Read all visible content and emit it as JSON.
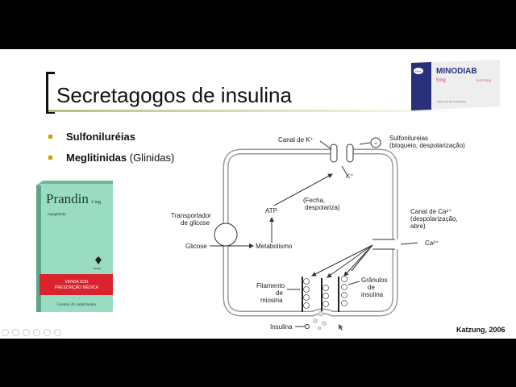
{
  "slide": {
    "title": "Secretagogos de insulina",
    "bullets": [
      {
        "bold": "Sulfoniluréias",
        "rest": ""
      },
      {
        "bold": "Meglitinidas",
        "rest": " (Glinidas)"
      }
    ],
    "credit": "Katzung, 2006"
  },
  "packages": {
    "prandin": {
      "brand": "Prandin",
      "dose": "2 mg",
      "drug": "repaglinida",
      "maker": "Medley",
      "warning_line1": "VENDA SOB",
      "warning_line2": "PRESCRIÇÃO MÉDICA",
      "count": "Contém 30 comprimidos"
    },
    "minodiab": {
      "brand": "MINODIAB",
      "dose": "5mg",
      "drug": "GLIPIZIDA",
      "maker": "Pfizer",
      "count": "Caixa com 30 comprimidos"
    }
  },
  "diagram": {
    "canal_k": "Canal de K⁺",
    "sulfo_1": "Sulfonilureias",
    "sulfo_2": "(bloqueio, despolarização)",
    "k_ion": "K⁺",
    "fecha_1": "(Fecha,",
    "fecha_2": "despolariza)",
    "atp": "ATP",
    "transp_1": "Transportador",
    "transp_2": "de glicose",
    "glicose": "Glicose",
    "metab": "Metabolismo",
    "canal_ca_1": "Canal de Ca²⁺",
    "canal_ca_2": "(despolarização,",
    "canal_ca_3": "abre)",
    "ca_ion": "Ca²⁺",
    "filamento_1": "Filamento",
    "filamento_2": "de",
    "filamento_3": "miosina",
    "granulos_1": "Grânulos",
    "granulos_2": "de",
    "granulos_3": "insulina",
    "insulina": "Insulina",
    "minus": "−"
  },
  "colors": {
    "accent_bullet": "#c8a300",
    "prandin_green": "#8fd3b8",
    "prandin_red": "#d9232e",
    "mino_blue": "#2a2f7a"
  }
}
